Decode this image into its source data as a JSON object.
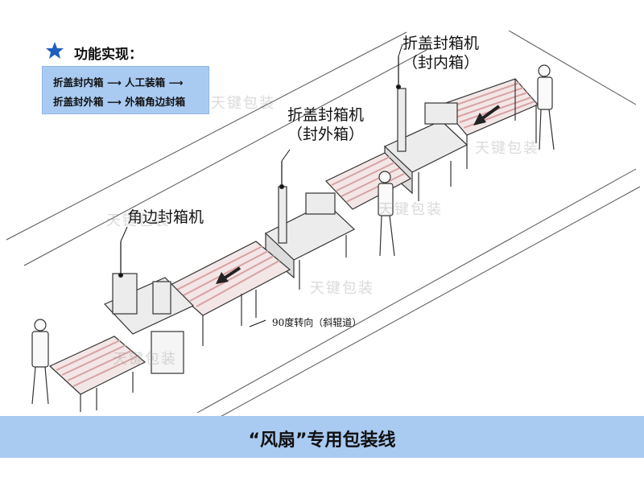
{
  "legend": {
    "title": "功能实现：",
    "line1": "折盖封内箱 ⟶ 人工装箱 ⟶",
    "line2": "折盖封外箱 ⟶ 外箱角边封箱",
    "accent_color": "#a9cbf2",
    "icon_color": "#1f5fbf"
  },
  "machines": {
    "inner_sealer": {
      "line1": "折盖封箱机",
      "line2": "（封内箱）"
    },
    "outer_sealer": {
      "line1": "折盖封箱机",
      "line2": "（封外箱）"
    },
    "corner_sealer": {
      "line1": "角边封箱机"
    }
  },
  "note": "90度转向（斜辊道）",
  "watermark": "天键包装",
  "footer": {
    "title": "“风扇”专用包装线",
    "color": "#a9cbf2"
  }
}
